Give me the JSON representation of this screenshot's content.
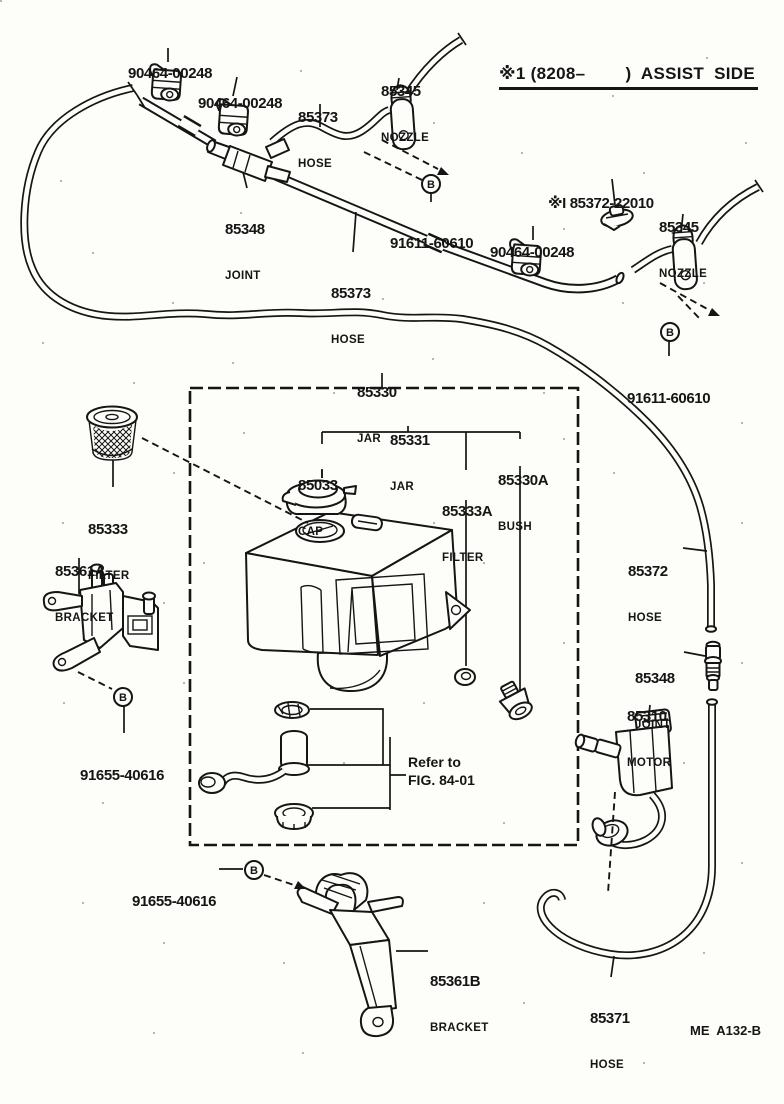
{
  "diagram": {
    "assist_note": "※1 (8208–        )  ASSIST  SIDE",
    "figure_note_line1": "Refer to",
    "figure_note_line2": "FIG. 84-01",
    "drawing_code": "ME  A132-B",
    "bolt_symbol": "B",
    "labels": [
      {
        "number": "90464-00248",
        "name": ""
      },
      {
        "number": "90464-00248",
        "name": ""
      },
      {
        "number": "85373",
        "name": "HOSE"
      },
      {
        "number": "85345",
        "name": "NOZZLE"
      },
      {
        "number": "85348",
        "name": "JOINT"
      },
      {
        "number": "91611-60610",
        "name": ""
      },
      {
        "number": "※I 85372-22010",
        "name": ""
      },
      {
        "number": "85345",
        "name": "NOZZLE"
      },
      {
        "number": "90464-00248",
        "name": ""
      },
      {
        "number": "85373",
        "name": "HOSE"
      },
      {
        "number": "91611-60610",
        "name": ""
      },
      {
        "number": "85330",
        "name": "JAR"
      },
      {
        "number": "85331",
        "name": "JAR"
      },
      {
        "number": "85033",
        "name": "CAP"
      },
      {
        "number": "85330A",
        "name": "BUSH"
      },
      {
        "number": "85333A",
        "name": "FILTER"
      },
      {
        "number": "85333",
        "name": "FILTER"
      },
      {
        "number": "85361A",
        "name": "BRACKET"
      },
      {
        "number": "85372",
        "name": "HOSE"
      },
      {
        "number": "85348",
        "name": "JOINT"
      },
      {
        "number": "85310",
        "name": "MOTOR"
      },
      {
        "number": "91655-40616",
        "name": ""
      },
      {
        "number": "91655-40616",
        "name": ""
      },
      {
        "number": "85361B",
        "name": "BRACKET"
      },
      {
        "number": "85371",
        "name": "HOSE"
      }
    ]
  }
}
